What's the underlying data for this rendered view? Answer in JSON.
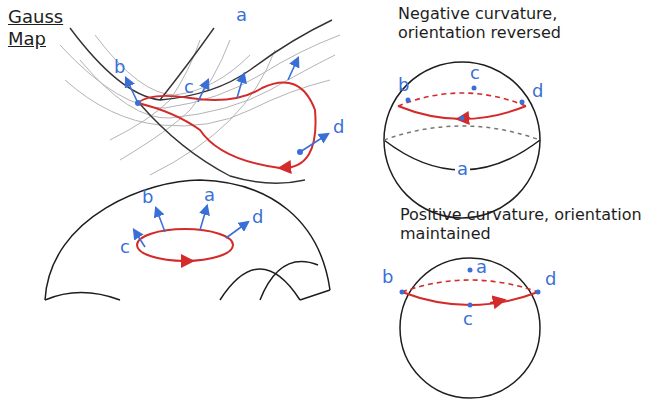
{
  "diagram": {
    "title": "Gauss Map",
    "labels": [
      "a",
      "b",
      "c",
      "d",
      "b",
      "a",
      "c",
      "d",
      "Negative curvature, orientation reversed",
      "b",
      "c",
      "d",
      "a",
      "Positive curvature, orientation maintained",
      "b",
      "a",
      "d",
      "c"
    ]
  }
}
